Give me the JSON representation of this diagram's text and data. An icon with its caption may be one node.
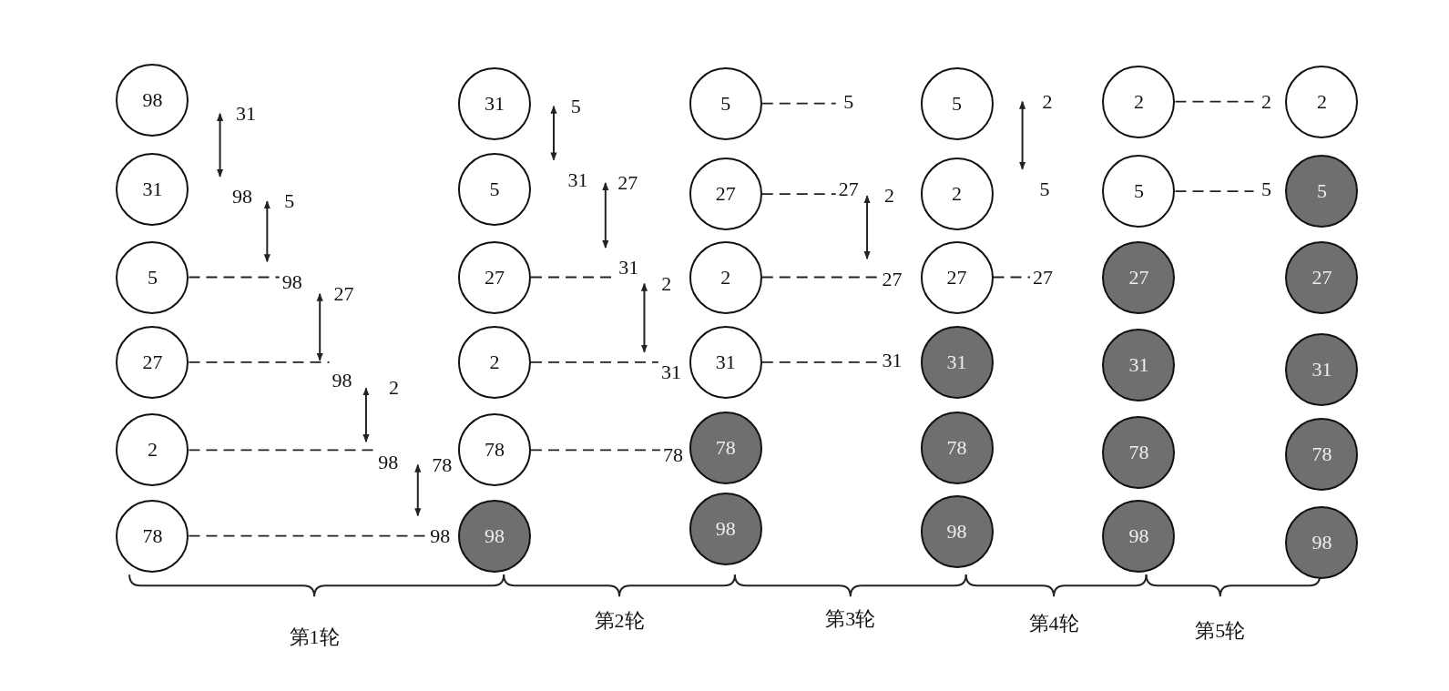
{
  "diagram": {
    "nodes": [
      {
        "text": [
          "98"
        ]
      },
      {
        "text": [
          "31"
        ]
      },
      {
        "text": [
          "5"
        ]
      },
      {
        "text": [
          "27"
        ]
      },
      {
        "text": [
          "2"
        ]
      },
      {
        "text": [
          "78"
        ]
      },
      {
        "text": [
          "31"
        ]
      },
      {
        "text": [
          "98"
        ]
      },
      {
        "text": [
          "5"
        ]
      },
      {
        "text": [
          "98"
        ]
      },
      {
        "text": [
          "27"
        ]
      },
      {
        "text": [
          "98"
        ]
      },
      {
        "text": [
          "2"
        ]
      },
      {
        "text": [
          "98"
        ]
      },
      {
        "text": [
          "78"
        ]
      },
      {
        "text": [
          "98"
        ]
      },
      {
        "text": [
          "31"
        ]
      },
      {
        "text": [
          "5"
        ]
      },
      {
        "text": [
          "27"
        ]
      },
      {
        "text": [
          "2"
        ]
      },
      {
        "text": [
          "78"
        ]
      },
      {
        "text": [
          "98"
        ]
      },
      {
        "text": [
          "5"
        ]
      },
      {
        "text": [
          "31"
        ]
      },
      {
        "text": [
          "27"
        ]
      },
      {
        "text": [
          "31"
        ]
      },
      {
        "text": [
          "2"
        ]
      },
      {
        "text": [
          "31"
        ]
      },
      {
        "text": [
          "78"
        ]
      },
      {
        "text": [
          "5"
        ]
      },
      {
        "text": [
          "27"
        ]
      },
      {
        "text": [
          "2"
        ]
      },
      {
        "text": [
          "31"
        ]
      },
      {
        "text": [
          "78"
        ]
      },
      {
        "text": [
          "98"
        ]
      },
      {
        "text": [
          "5"
        ]
      },
      {
        "text": [
          "27"
        ]
      },
      {
        "text": [
          "2"
        ]
      },
      {
        "text": [
          "27"
        ]
      },
      {
        "text": [
          "31"
        ]
      },
      {
        "text": [
          "5"
        ]
      },
      {
        "text": [
          "2"
        ]
      },
      {
        "text": [
          "27"
        ]
      },
      {
        "text": [
          "31"
        ]
      },
      {
        "text": [
          "78"
        ]
      },
      {
        "text": [
          "98"
        ]
      },
      {
        "text": [
          "2"
        ]
      },
      {
        "text": [
          "5"
        ]
      },
      {
        "text": [
          "27"
        ]
      },
      {
        "text": [
          "2"
        ]
      },
      {
        "text": [
          "5"
        ]
      },
      {
        "text": [
          "27"
        ]
      },
      {
        "text": [
          "31"
        ]
      },
      {
        "text": [
          "78"
        ]
      },
      {
        "text": [
          "98"
        ]
      },
      {
        "text": [
          "2"
        ]
      },
      {
        "text": [
          "5"
        ]
      },
      {
        "text": [
          "2"
        ]
      },
      {
        "text": [
          "5"
        ]
      },
      {
        "text": [
          "27"
        ]
      },
      {
        "text": [
          "31"
        ]
      },
      {
        "text": [
          "78"
        ]
      },
      {
        "text": [
          "98"
        ]
      }
    ],
    "edges": [
      {
        "from": 6,
        "to": 7,
        "arrow": "both"
      },
      {
        "from": 8,
        "to": 9,
        "arrow": "both"
      },
      {
        "from": 2,
        "to": 9,
        "arrow": "none",
        "style": "dashed"
      },
      {
        "from": 10,
        "to": 11,
        "arrow": "both"
      },
      {
        "from": 3,
        "to": 11,
        "arrow": "none",
        "style": "dashed"
      },
      {
        "from": 12,
        "to": 13,
        "arrow": "both"
      },
      {
        "from": 4,
        "to": 13,
        "arrow": "none",
        "style": "dashed"
      },
      {
        "from": 14,
        "to": 15,
        "arrow": "both"
      },
      {
        "from": 5,
        "to": 15,
        "arrow": "none",
        "style": "dashed"
      },
      {
        "from": 22,
        "to": 23,
        "arrow": "both"
      },
      {
        "from": 24,
        "to": 25,
        "arrow": "both"
      },
      {
        "from": 18,
        "to": 25,
        "arrow": "none",
        "style": "dashed"
      },
      {
        "from": 26,
        "to": 27,
        "arrow": "both"
      },
      {
        "from": 19,
        "to": 27,
        "arrow": "none",
        "style": "dashed"
      },
      {
        "from": 20,
        "to": 28,
        "arrow": "none",
        "style": "dashed"
      },
      {
        "from": 29,
        "to": 35,
        "arrow": "none",
        "style": "dashed"
      },
      {
        "from": 30,
        "to": 36,
        "arrow": "none",
        "style": "dashed"
      },
      {
        "from": 37,
        "to": 38,
        "arrow": "both"
      },
      {
        "from": 31,
        "to": 38,
        "arrow": "none",
        "style": "dashed"
      },
      {
        "from": 32,
        "to": 39,
        "arrow": "none",
        "style": "dashed"
      },
      {
        "from": 46,
        "to": 47,
        "arrow": "both"
      },
      {
        "from": 42,
        "to": 48,
        "arrow": "none",
        "style": "dashed"
      },
      {
        "from": 49,
        "to": 55,
        "arrow": "none",
        "style": "dashed"
      },
      {
        "from": 50,
        "to": 56,
        "arrow": "none",
        "style": "dashed"
      }
    ],
    "labels": [
      "第1轮",
      "第2轮",
      "第3轮",
      "第4轮",
      "第5轮"
    ]
  }
}
